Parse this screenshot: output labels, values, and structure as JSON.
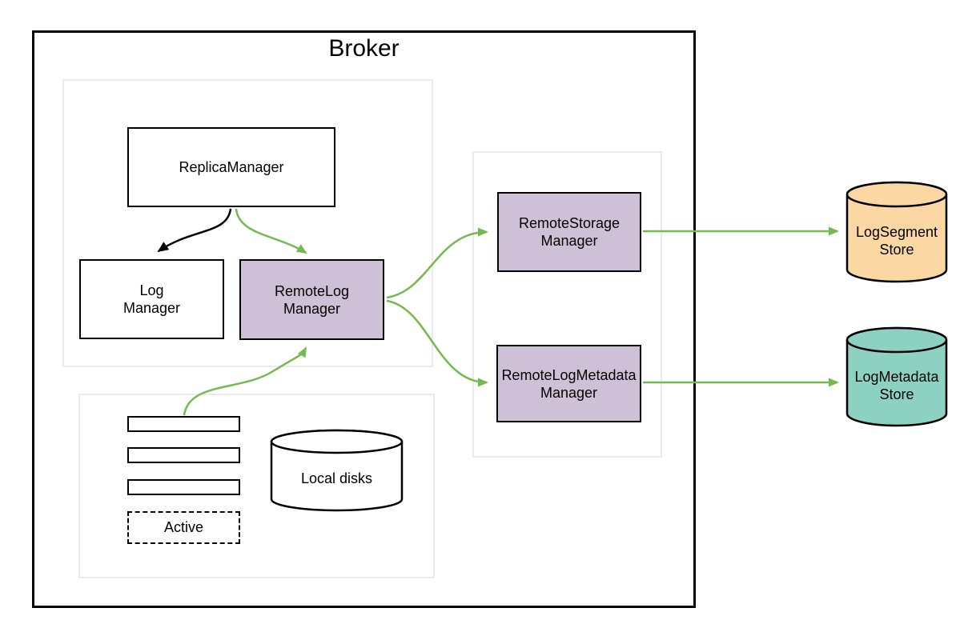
{
  "diagram": {
    "title": "Broker",
    "colors": {
      "node_purple": "#cec0d6",
      "store_orange": "#fbd7a3",
      "store_teal": "#8dd1c2",
      "arrow_green": "#76b94f",
      "arrow_black": "#000000",
      "group_border_gray": "#ebebeb"
    },
    "nodes": {
      "replica_manager": {
        "label": "ReplicaManager"
      },
      "log_manager": {
        "line1": "Log",
        "line2": "Manager"
      },
      "remote_log_manager": {
        "line1": "RemoteLog",
        "line2": "Manager"
      },
      "remote_storage_manager": {
        "line1": "RemoteStorage",
        "line2": "Manager"
      },
      "remote_log_metadata_manager": {
        "line1": "RemoteLogMetadata",
        "line2": "Manager"
      },
      "active_segment": {
        "label": "Active"
      },
      "local_disks": {
        "label": "Local disks"
      },
      "log_segment_store": {
        "line1": "LogSegment",
        "line2": "Store"
      },
      "log_metadata_store": {
        "line1": "LogMetadata",
        "line2": "Store"
      }
    },
    "edges": [
      {
        "from": "ReplicaManager",
        "to": "Log Manager",
        "color": "black"
      },
      {
        "from": "ReplicaManager",
        "to": "RemoteLog Manager",
        "color": "green"
      },
      {
        "from": "Active/log segments",
        "to": "RemoteLog Manager",
        "color": "green"
      },
      {
        "from": "RemoteLog Manager",
        "to": "RemoteStorage Manager",
        "color": "green"
      },
      {
        "from": "RemoteLog Manager",
        "to": "RemoteLogMetadata Manager",
        "color": "green"
      },
      {
        "from": "RemoteStorage Manager",
        "to": "LogSegment Store",
        "color": "green"
      },
      {
        "from": "RemoteLogMetadata Manager",
        "to": "LogMetadata Store",
        "color": "green"
      }
    ]
  }
}
